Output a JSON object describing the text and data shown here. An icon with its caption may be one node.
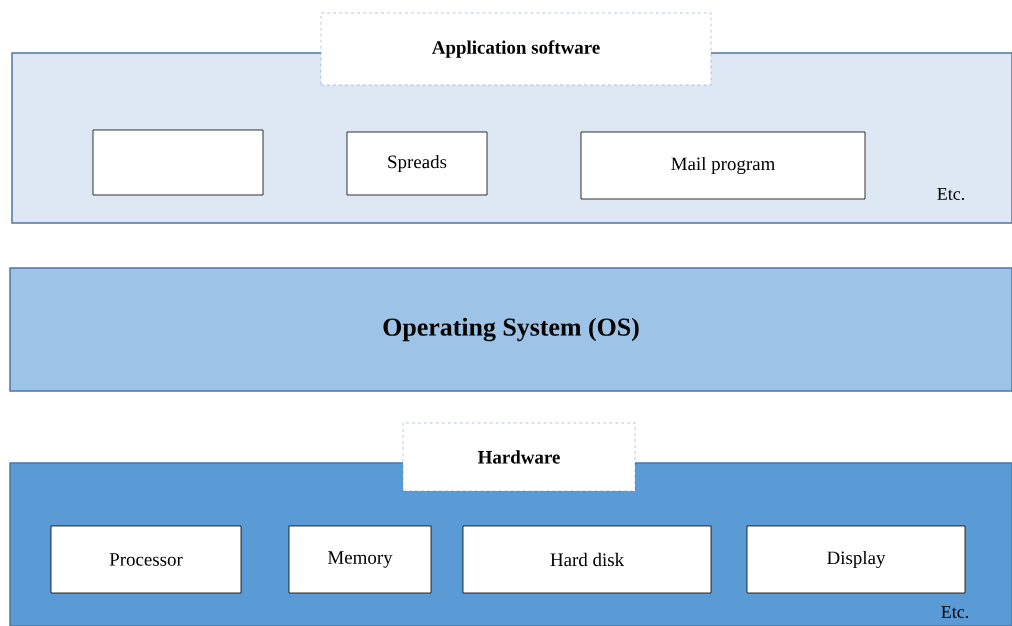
{
  "diagram": {
    "nodes": [
      {
        "text": [
          "Application software",
          "Etc."
        ]
      },
      {
        "text": [],
        "shape": "box",
        "in": 0
      },
      {
        "text": [
          "Spreads"
        ],
        "in": 0
      },
      {
        "text": [
          "Mail program"
        ],
        "in": 0
      },
      {
        "text": [
          "Operating System (OS)"
        ]
      },
      {
        "text": [
          "Hardware",
          "Etc."
        ]
      },
      {
        "text": [
          "Processor"
        ],
        "in": 5
      },
      {
        "text": [
          "Memory"
        ],
        "in": 5
      },
      {
        "text": [
          "Hard disk"
        ],
        "in": 5
      },
      {
        "text": [
          "Display"
        ],
        "in": 5
      }
    ]
  }
}
